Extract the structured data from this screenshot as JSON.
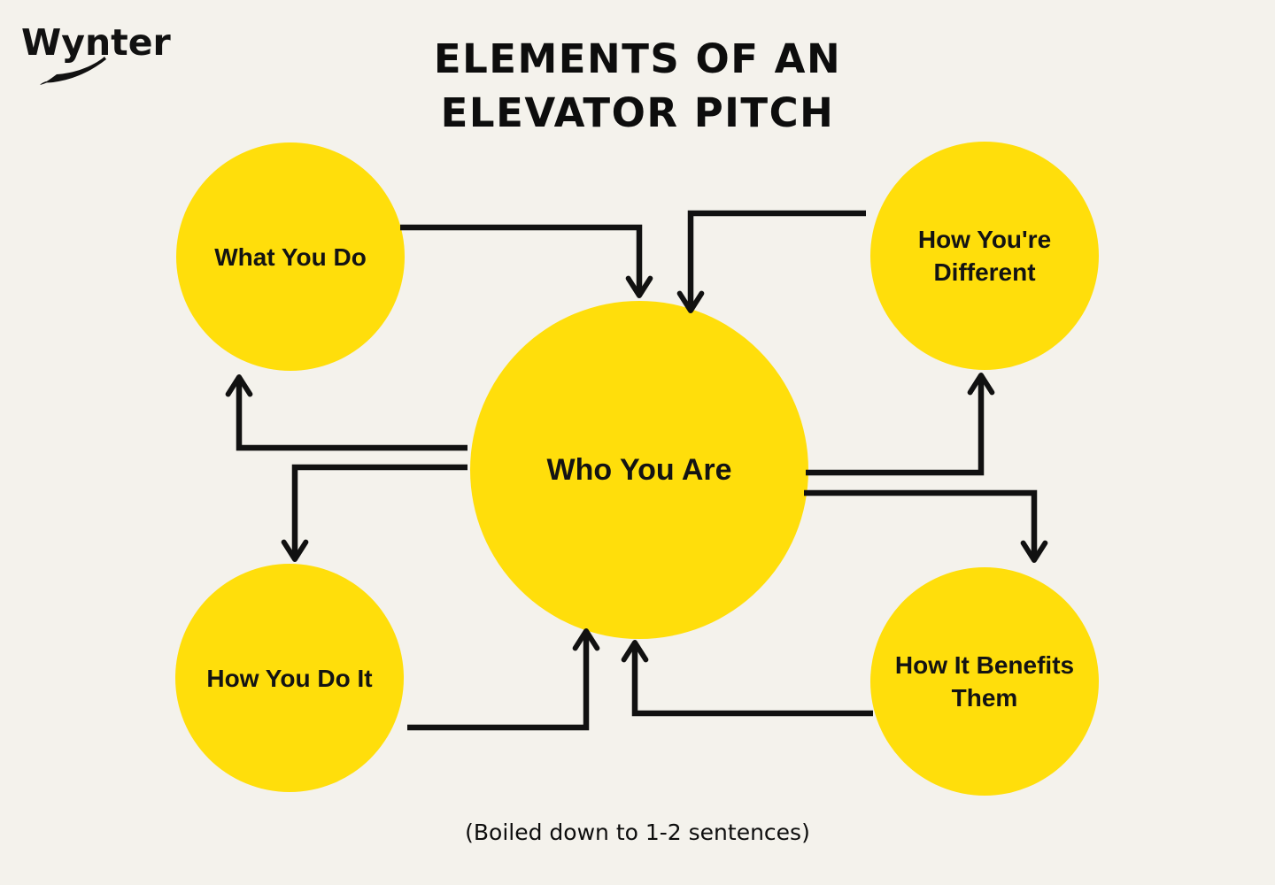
{
  "brand": {
    "name": "Wynter"
  },
  "title": {
    "line1": "ELEMENTS OF AN",
    "line2": "ELEVATOR PITCH"
  },
  "caption": "(Boiled down to 1-2 sentences)",
  "colors": {
    "background": "#F4F2EC",
    "node_fill": "#FFDE0B",
    "connector": "#111111",
    "text": "#111111"
  },
  "nodes": {
    "center": {
      "label": "Who You Are"
    },
    "top_left": {
      "label": "What You Do"
    },
    "top_right": {
      "label": "How You're Different"
    },
    "bottom_left": {
      "label": "How You Do It"
    },
    "bottom_right": {
      "label": "How It Benefits Them"
    }
  },
  "connections": [
    {
      "from": "top_left",
      "to": "center"
    },
    {
      "from": "top_right",
      "to": "center"
    },
    {
      "from": "center",
      "to": "top_left"
    },
    {
      "from": "center",
      "to": "bottom_left"
    },
    {
      "from": "center",
      "to": "top_right"
    },
    {
      "from": "center",
      "to": "bottom_right"
    },
    {
      "from": "bottom_left",
      "to": "center"
    },
    {
      "from": "bottom_right",
      "to": "center"
    }
  ]
}
